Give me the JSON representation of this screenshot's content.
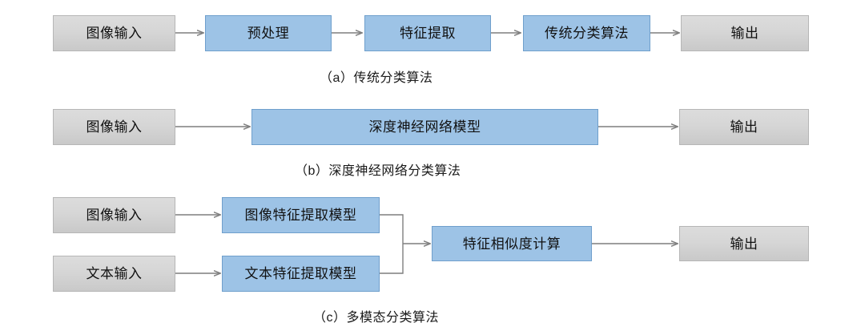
{
  "figure": {
    "title": "",
    "rows": [
      {
        "id": "row-a",
        "caption": "（a）传统分类算法",
        "nodes": [
          {
            "label": "图像输入",
            "style": "gray"
          },
          {
            "label": "预处理",
            "style": "blue"
          },
          {
            "label": "特征提取",
            "style": "blue"
          },
          {
            "label": "传统分类算法",
            "style": "blue"
          },
          {
            "label": "输出",
            "style": "gray"
          }
        ]
      },
      {
        "id": "row-b",
        "caption": "（b）深度神经网络分类算法",
        "nodes": [
          {
            "label": "图像输入",
            "style": "gray"
          },
          {
            "label": "深度神经网络模型",
            "style": "blue"
          },
          {
            "label": "输出",
            "style": "gray"
          }
        ]
      },
      {
        "id": "row-c",
        "caption": "（c）多模态分类算法",
        "nodes": [
          {
            "label": "图像输入",
            "style": "gray"
          },
          {
            "label": "文本输入",
            "style": "gray"
          },
          {
            "label": "图像特征提取模型",
            "style": "blue"
          },
          {
            "label": "文本特征提取模型",
            "style": "blue"
          },
          {
            "label": "特征相似度计算",
            "style": "blue"
          },
          {
            "label": "输出",
            "style": "gray"
          }
        ]
      }
    ]
  },
  "colors": {
    "blue_fill": "#9dc3e6",
    "blue_border": "#6f9fcc",
    "gray_fill": "#d6d6d6",
    "gray_border": "#b6b6b6",
    "connector": "#7f7f7f",
    "text": "#111111",
    "background": "#ffffff"
  }
}
